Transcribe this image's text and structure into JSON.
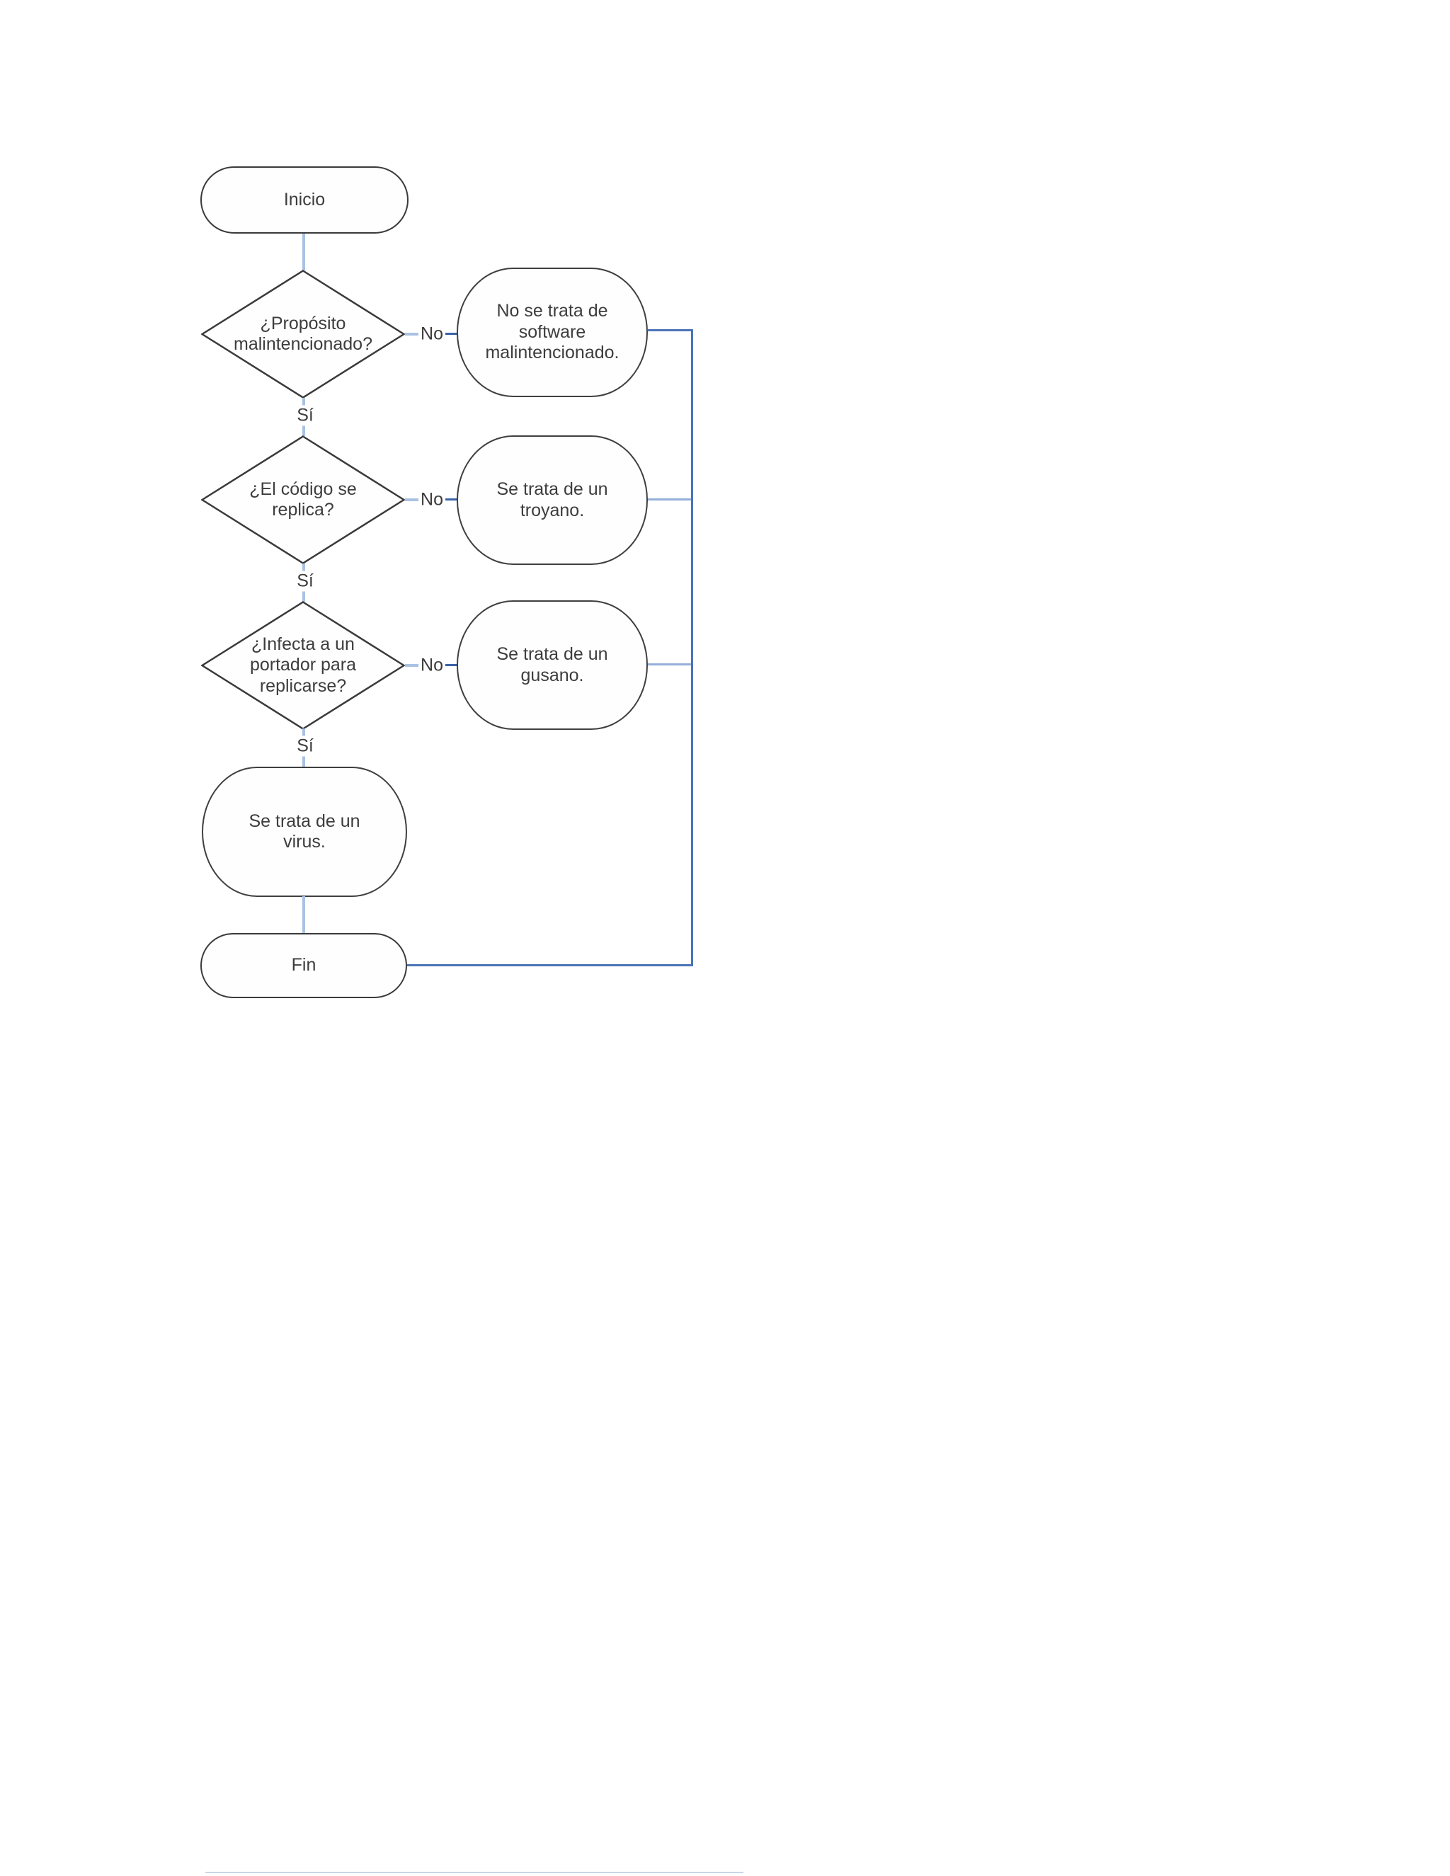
{
  "flowchart": {
    "start_label": "Inicio",
    "end_label": "Fin",
    "yes_label": "Sí",
    "no_label": "No",
    "decisions": [
      {
        "label": "¿Propósito malintencionado?"
      },
      {
        "label": "¿El código se replica?"
      },
      {
        "label": "¿Infecta a un portador para replicarse?"
      }
    ],
    "results": [
      {
        "label": "No se trata de software malintencionado."
      },
      {
        "label": "Se trata de un troyano."
      },
      {
        "label": "Se trata de un gusano."
      },
      {
        "label": "Se trata de un virus."
      }
    ],
    "colors": {
      "connector_primary": "#4a74b8",
      "connector_light": "#a9c2e4",
      "connector_mid": "#93afd9",
      "shape_border": "#3a3a3a",
      "text": "#3d3d3d"
    }
  }
}
